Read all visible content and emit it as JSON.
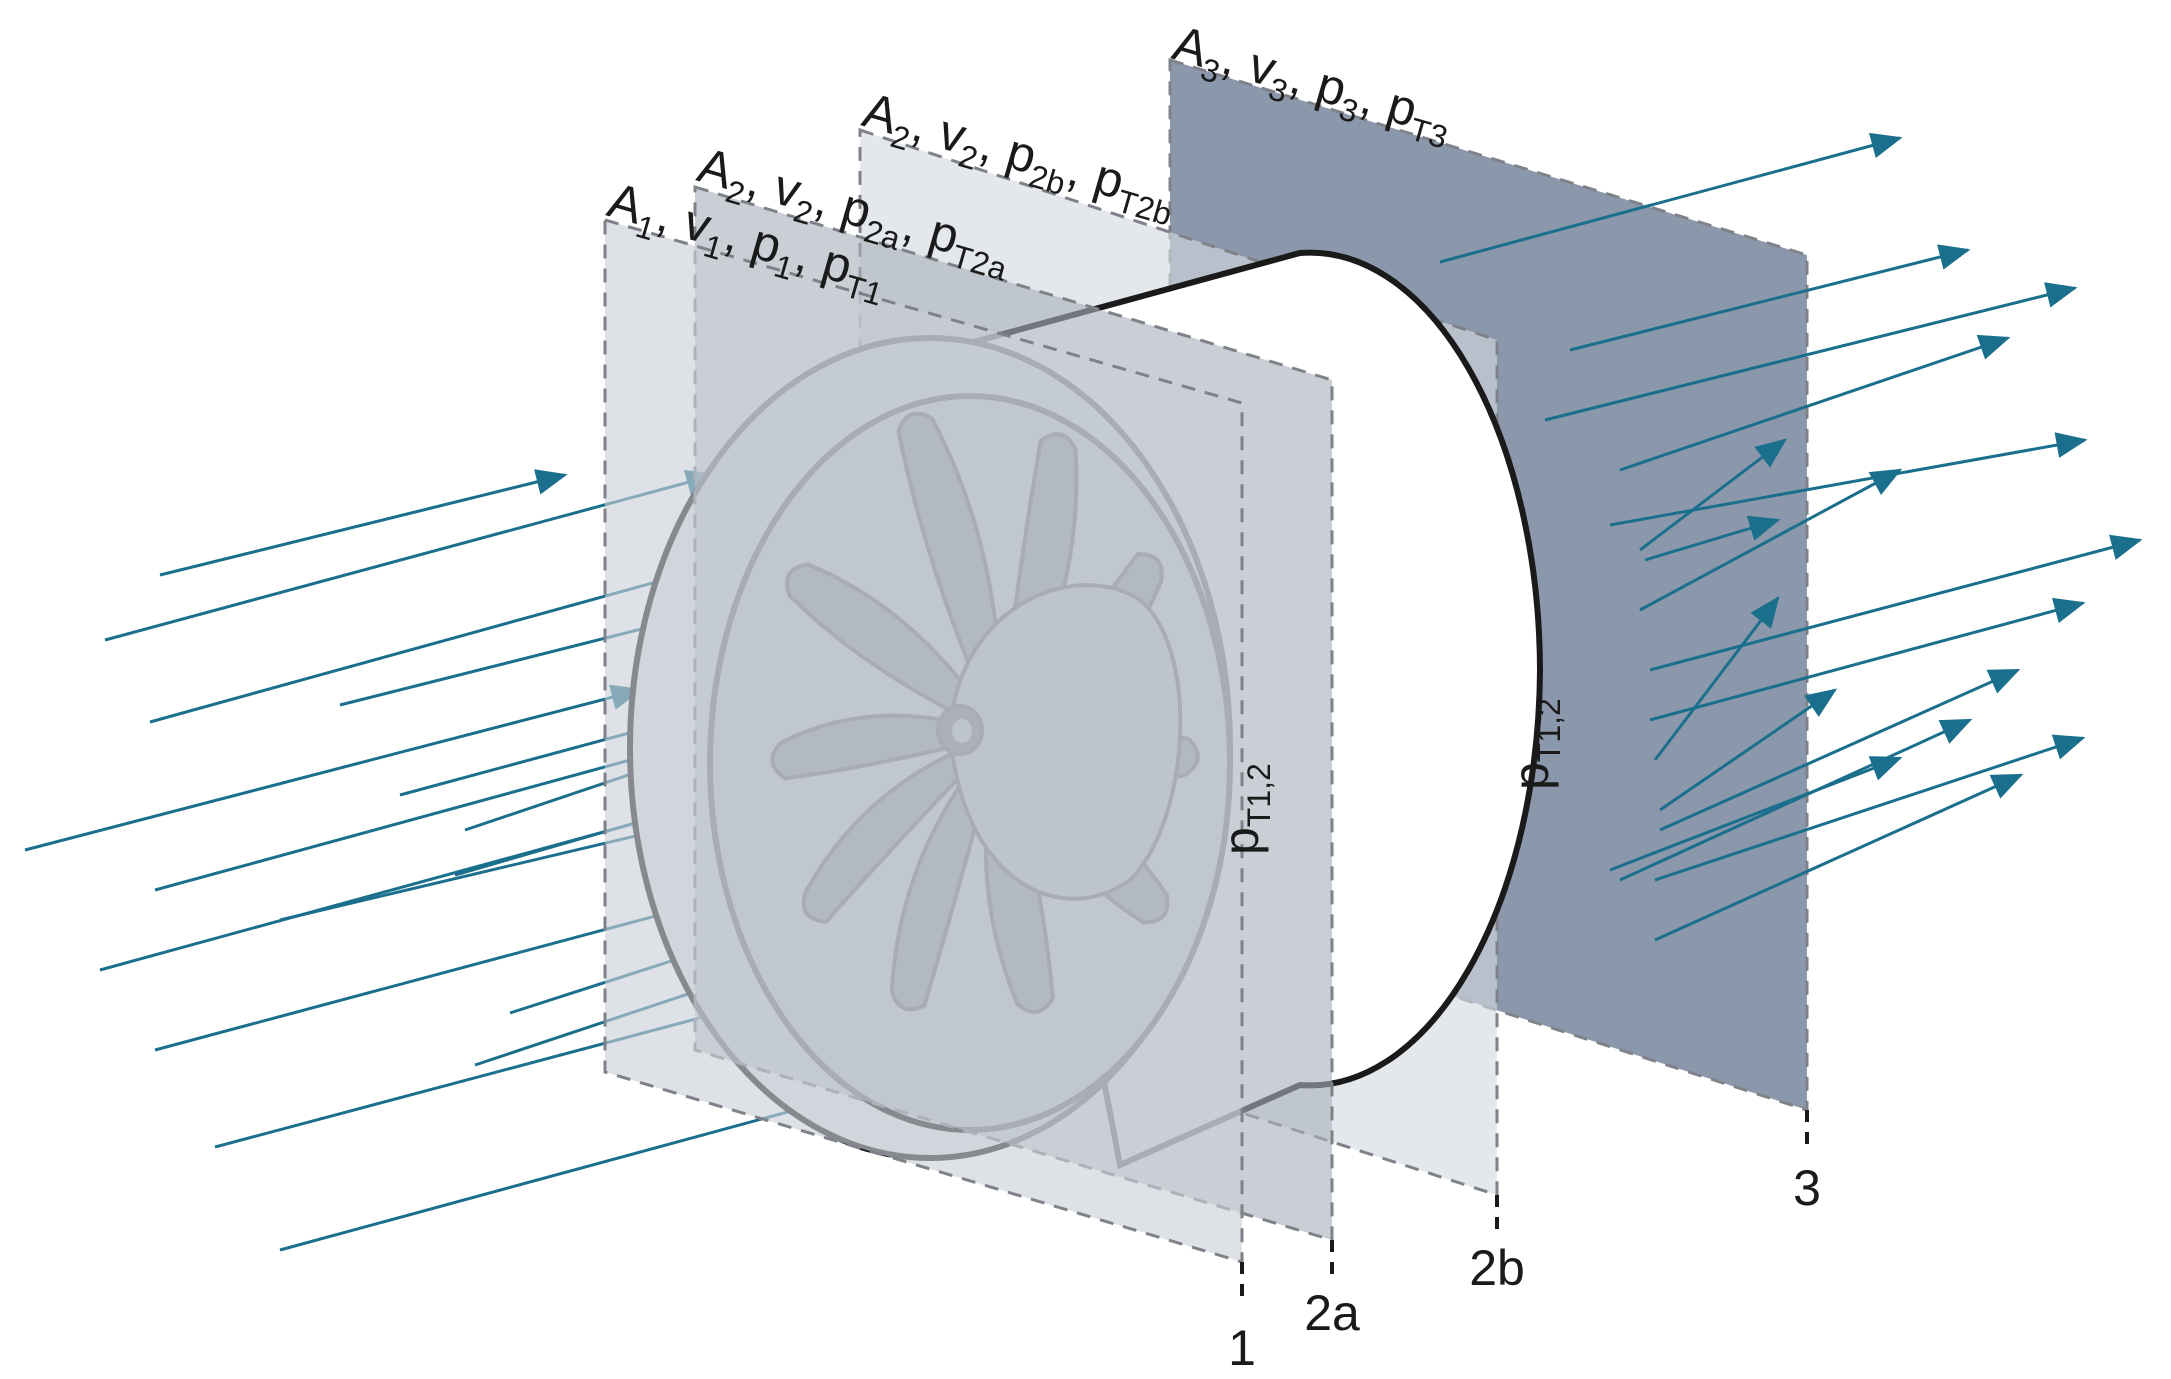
{
  "planes": [
    {
      "id": "1",
      "label": [
        [
          "A",
          "1"
        ],
        [
          "v",
          "1"
        ],
        [
          "p",
          "1"
        ],
        [
          "p",
          "T1"
        ]
      ],
      "fill": "#c9ced6"
    },
    {
      "id": "2a",
      "label": [
        [
          "A",
          "2"
        ],
        [
          "v",
          "2"
        ],
        [
          "p",
          "2a"
        ],
        [
          "p",
          "T2a"
        ]
      ],
      "fill": "#a9b1bd"
    },
    {
      "id": "2b",
      "label": [
        [
          "A",
          "2"
        ],
        [
          "v",
          "2"
        ],
        [
          "p",
          "2b"
        ],
        [
          "p",
          "T2b"
        ]
      ],
      "fill": "#d4d8df"
    },
    {
      "id": "3",
      "label": [
        [
          "A",
          "3"
        ],
        [
          "v",
          "3"
        ],
        [
          "p",
          "3"
        ],
        [
          "p",
          "T3"
        ]
      ],
      "fill": "#8b98ab"
    }
  ],
  "section_numbers": [
    "1",
    "2a",
    "2b",
    "3"
  ],
  "pressure_labels": [
    {
      "base": "p",
      "sub": "T1,2"
    },
    {
      "base": "p",
      "sub": "T1,2"
    }
  ],
  "colors": {
    "flow_arrow": "#1a6f8d",
    "housing_ring": "#dde1e7",
    "housing_body": "#ffffff",
    "blade": "#5d6878",
    "hub": "#a7b2c2",
    "outline": "#1a1a1a"
  },
  "icons": [
    "flow-arrow",
    "fan-rotor",
    "duct-housing"
  ]
}
